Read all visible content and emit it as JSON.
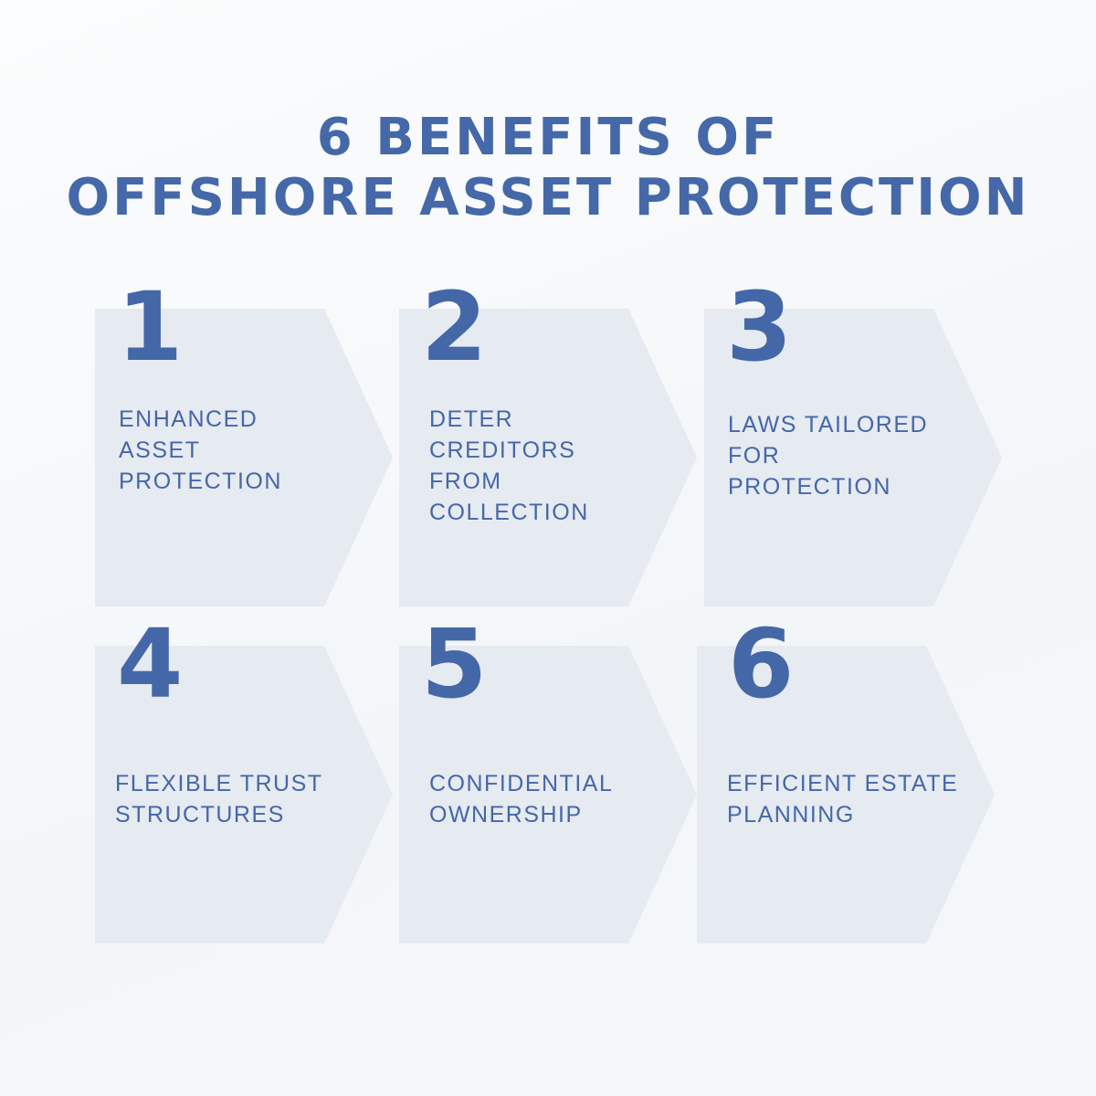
{
  "title": {
    "line1": "6 BENEFITS OF",
    "line2": "OFFSHORE ASSET PROTECTION"
  },
  "colors": {
    "accent": "#4467a8",
    "card_fill": "#e6eaf1",
    "background": "#f5f8fa"
  },
  "benefits": [
    {
      "number": "1",
      "label": "ENHANCED\nASSET\nPROTECTION"
    },
    {
      "number": "2",
      "label": "DETER CREDITORS\nFROM\nCOLLECTION"
    },
    {
      "number": "3",
      "label": "LAWS TAILORED\nFOR\nPROTECTION"
    },
    {
      "number": "4",
      "label": "FLEXIBLE TRUST\nSTRUCTURES"
    },
    {
      "number": "5",
      "label": "CONFIDENTIAL\nOWNERSHIP"
    },
    {
      "number": "6",
      "label": "EFFICIENT ESTATE\nPLANNING"
    }
  ]
}
